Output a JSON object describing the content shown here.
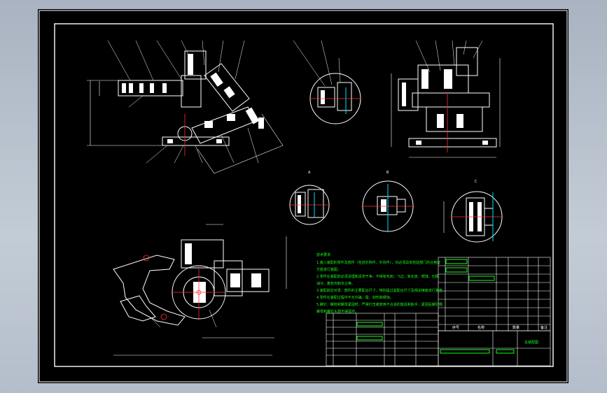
{
  "drawing": {
    "title_block_label": "总装配图",
    "parts_table_header": [
      "序号",
      "名称",
      "数量",
      "备注"
    ],
    "notes_heading": "技术要求",
    "notes": [
      "1.装入装配的零件及部件（包括外购件、外协件），均必须具有检验部门的合格证",
      "方能进行装配。",
      "2.零件在装配前必须清理和清洗干净，不得有毛刺、飞边、氧化皮、锈蚀、切屑、",
      "油污、着色剂和灰尘等。",
      "3.装配前应对零、部件的主要配合尺寸，特别是过盈配合尺寸及相关精度进行复查。",
      "4.零件在装配过程中不允许磕、碰、划伤和锈蚀。",
      "5.螺钉、螺栓和螺母紧固时，严禁打击或使用不合适的旋具和扳手，紧固后螺钉槽、",
      "螺母和螺钉头部不得损坏。"
    ],
    "view_labels": [
      "A",
      "B",
      "C"
    ],
    "colors": {
      "outline": "#ffffff",
      "center_line": "#ff3030",
      "section": "#00e0ff",
      "table": "#18ff18"
    }
  }
}
